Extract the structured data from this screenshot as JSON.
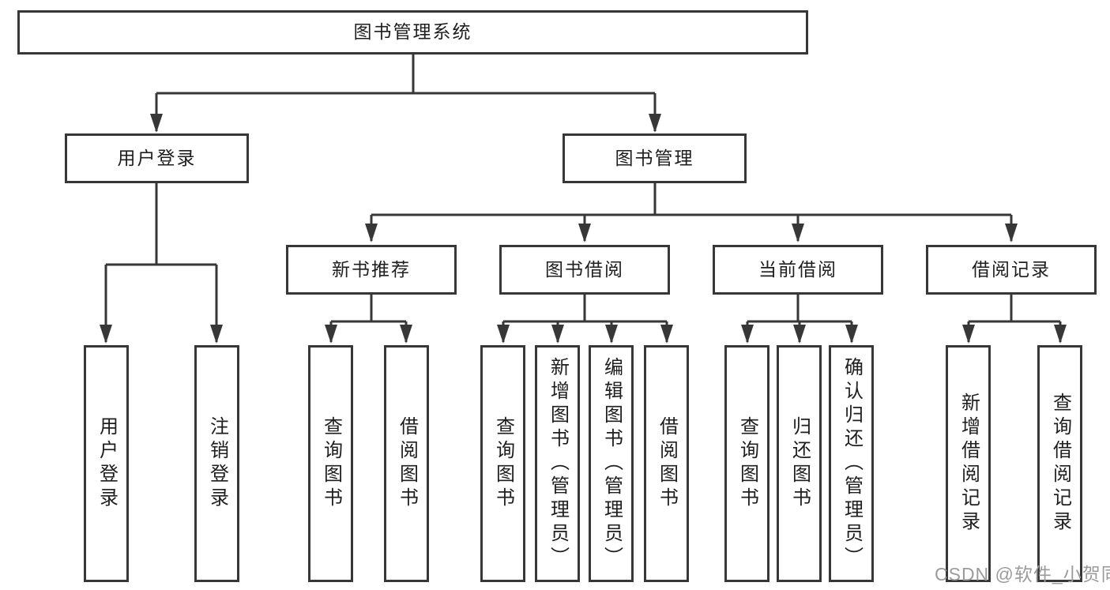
{
  "diagram": {
    "root": {
      "label": "图书管理系统"
    },
    "branches": [
      {
        "label": "用户登录",
        "children": [
          {
            "label": "用户登录"
          },
          {
            "label": "注销登录"
          }
        ]
      },
      {
        "label": "图书管理",
        "children": [
          {
            "label": "新书推荐",
            "children": [
              {
                "label": "查询图书"
              },
              {
                "label": "借阅图书"
              }
            ]
          },
          {
            "label": "图书借阅",
            "children": [
              {
                "label": "查询图书"
              },
              {
                "label": "新增图书（管理员）"
              },
              {
                "label": "编辑图书（管理员）"
              },
              {
                "label": "借阅图书"
              }
            ]
          },
          {
            "label": "当前借阅",
            "children": [
              {
                "label": "查询图书"
              },
              {
                "label": "归还图书"
              },
              {
                "label": "确认归还（管理员）"
              }
            ]
          },
          {
            "label": "借阅记录",
            "children": [
              {
                "label": "新增借阅记录"
              },
              {
                "label": "查询借阅记录"
              }
            ]
          }
        ]
      }
    ]
  },
  "watermark": {
    "text": "CSDN @软件_小贺同学"
  },
  "colors": {
    "line": "#373737",
    "box_border": "#373737",
    "text": "#1e1e1e",
    "background": "#ffffff",
    "watermark": "#9b9b9b"
  }
}
